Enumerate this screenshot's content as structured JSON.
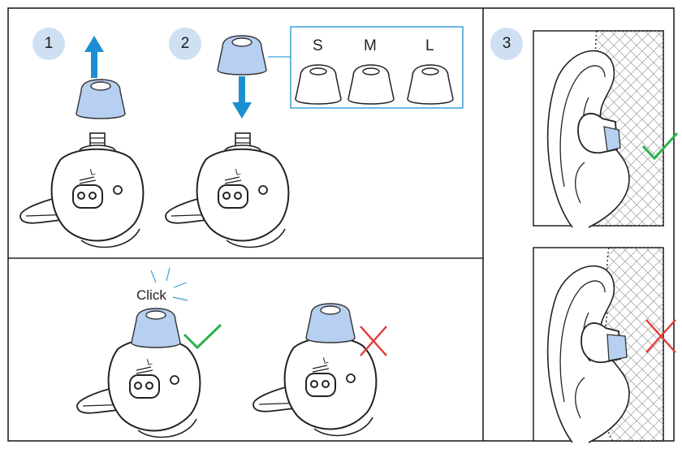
{
  "steps": {
    "one": "1",
    "two": "2",
    "three": "3"
  },
  "sizes": [
    "S",
    "M",
    "L"
  ],
  "click_label": "Click",
  "colors": {
    "tip_fill": "#b7cff0",
    "arrow": "#1b8fd1",
    "step_circle": "#cfe0f2",
    "check": "#2bb24c",
    "cross": "#e23a3a",
    "frame": "#222222",
    "size_box": "#3aa0d6"
  },
  "icons": [
    "arrow-up-icon",
    "arrow-down-icon",
    "check-icon",
    "cross-icon",
    "earbud-icon",
    "ear-icon"
  ]
}
